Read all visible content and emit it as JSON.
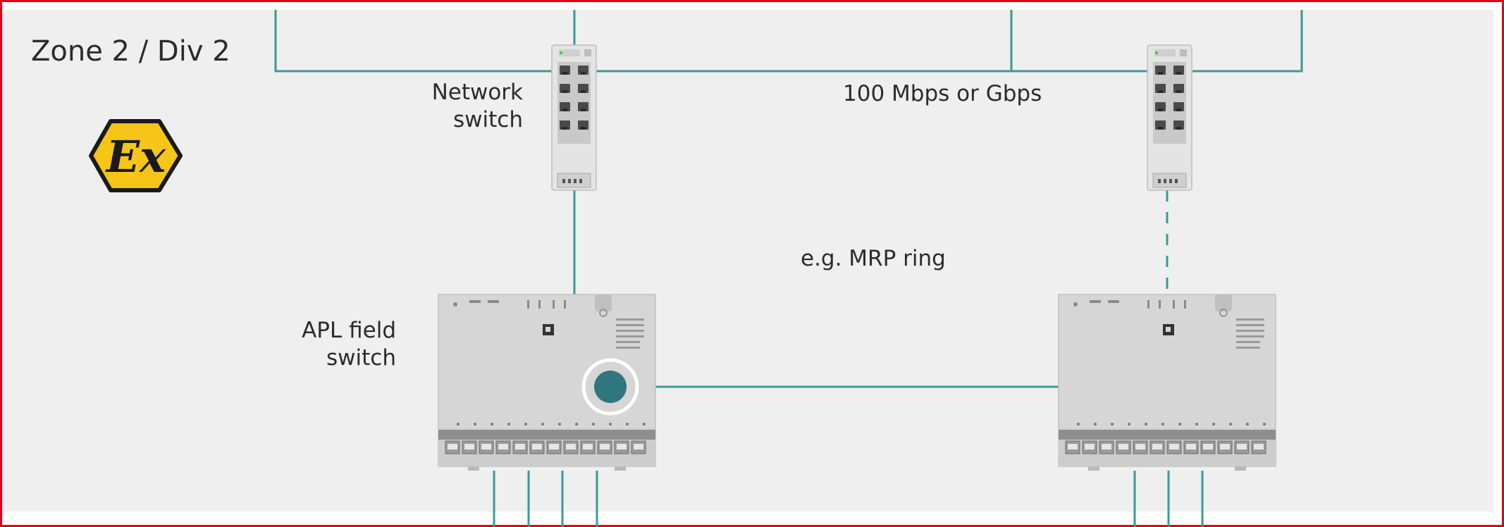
{
  "zone": {
    "title": "Zone 2 / Div 2"
  },
  "ex_symbol": {
    "text": "Ex",
    "fill": "#f5c518",
    "stroke": "#1a1a1a"
  },
  "labels": {
    "network_switch": [
      "Network",
      "switch"
    ],
    "apl_field_switch": [
      "APL field",
      "switch"
    ],
    "speed": "100 Mbps or Gbps",
    "ring": "e.g. MRP ring"
  },
  "colors": {
    "frame": "#e3001b",
    "zone_background": "#efefef",
    "connection": "#3a9a9a",
    "highlight_dot": "#2f7680",
    "device_body": "#d6d6d6"
  }
}
